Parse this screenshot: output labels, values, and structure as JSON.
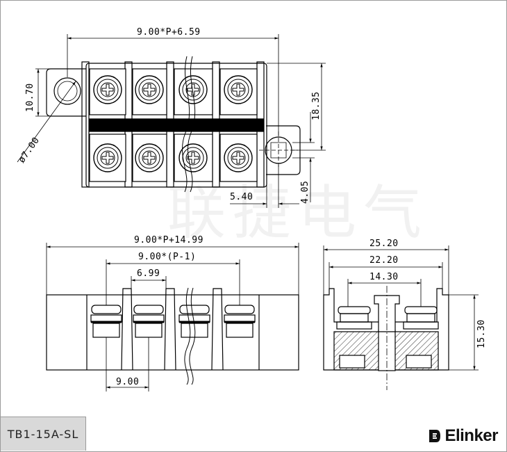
{
  "part_number": "TB1-15A-SL",
  "brand": "Elinker",
  "watermark": "联捷电气",
  "dims": {
    "top_width": "9.00*P+6.59",
    "left_height": "10.70",
    "hole_dia": "ø7.00",
    "right_height": "18.35",
    "small_h": "4.05",
    "offset": "5.40",
    "front_total": "9.00*P+14.99",
    "front_pitch_span": "9.00*(P-1)",
    "barrier_gap": "6.99",
    "pitch": "9.00",
    "side_total": "25.20",
    "side_mid": "22.20",
    "side_inner": "14.30",
    "side_height": "15.30"
  }
}
